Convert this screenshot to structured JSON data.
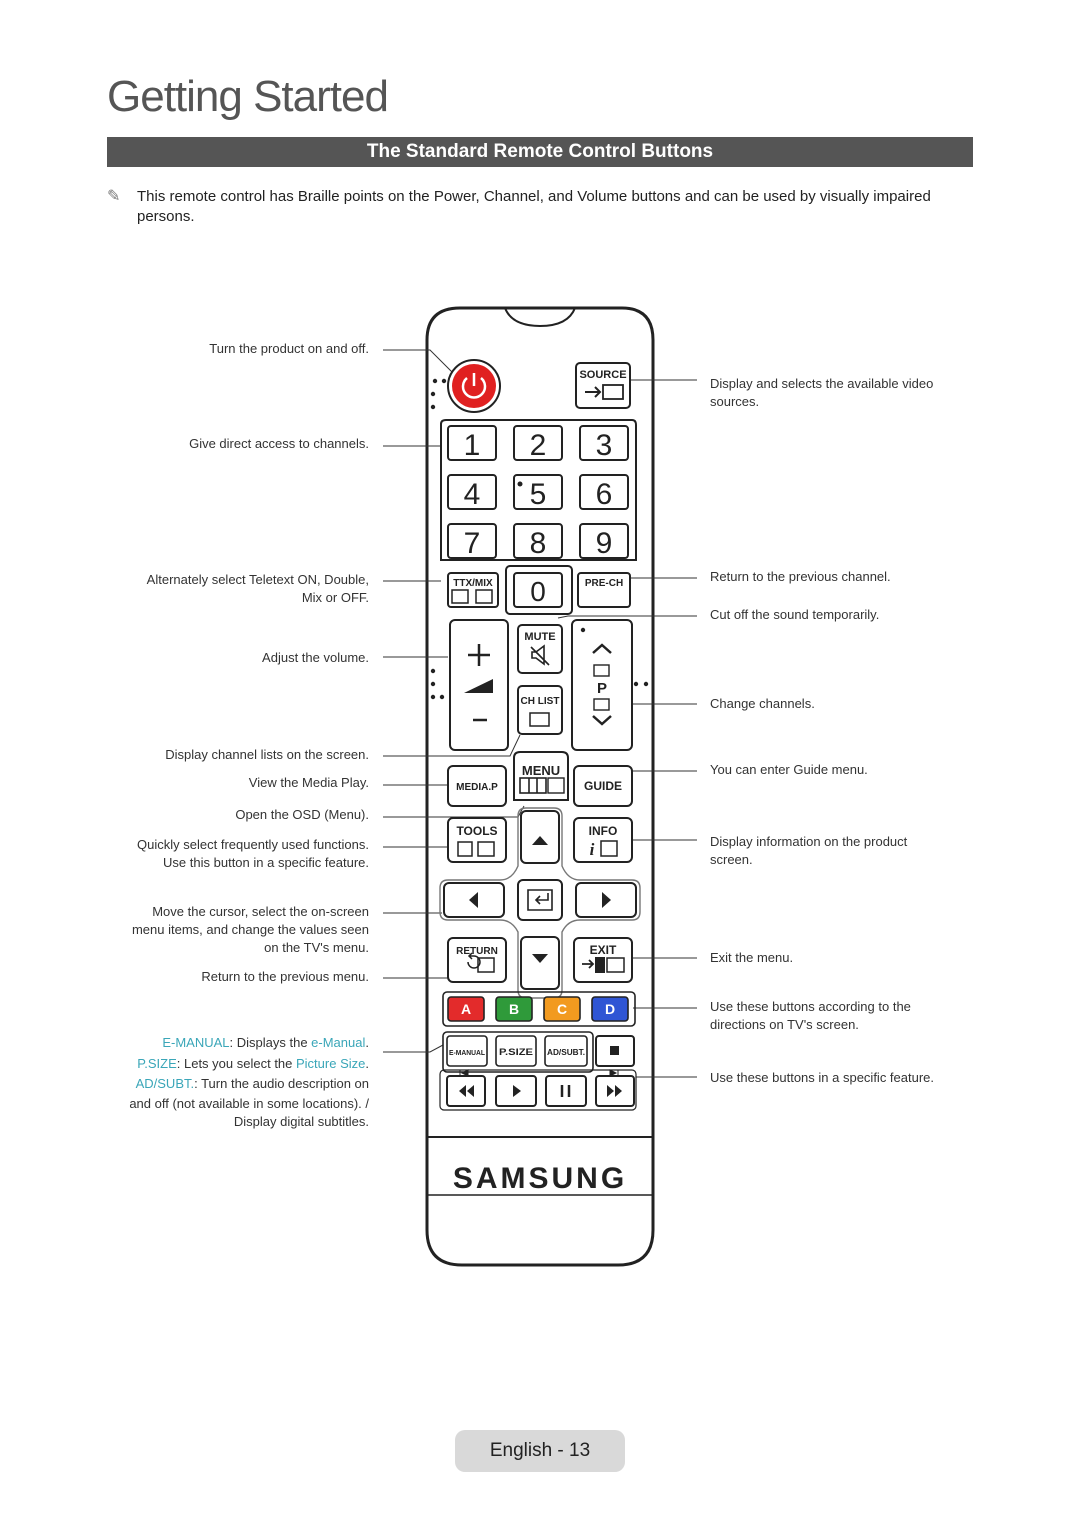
{
  "page": {
    "title": "Getting Started",
    "section_title": "The Standard Remote Control Buttons",
    "note_icon": "pencil-note-icon",
    "note": "This remote control has Braille points on the Power, Channel, and Volume buttons and can be used by visually impaired persons.",
    "footer": "English - 13"
  },
  "labels_left": {
    "power": "Turn the product on and off.",
    "numbers": "Give direct access to channels.",
    "ttx_1": "Alternately select Teletext ON, Double,",
    "ttx_2": "Mix or OFF.",
    "volume": "Adjust the volume.",
    "chlist": "Display channel lists on the screen.",
    "mediap": "View the Media Play.",
    "menu": "Open the OSD (Menu).",
    "tools_1": "Quickly select frequently used functions.",
    "tools_2": "Use this button in a specific feature.",
    "cursor_1": "Move the cursor, select the on-screen",
    "cursor_2": "menu items, and change the values seen",
    "cursor_3": "on the TV's menu.",
    "return": "Return to the previous menu.",
    "emanual_key": "E-MANUAL",
    "emanual_text": ": Displays the ",
    "emanual_link": "e-Manual",
    "emanual_end": ".",
    "psize_key": "P.SIZE",
    "psize_text": ": Lets you select the ",
    "psize_link": "Picture Size",
    "psize_end": ".",
    "adsubt_key": "AD/SUBT.",
    "adsubt_text": ": Turn the audio description on",
    "adsubt_2": "and off (not available in some locations). /",
    "adsubt_3": "Display digital subtitles."
  },
  "labels_right": {
    "source_1": "Display and selects the available video",
    "source_2": "sources.",
    "prech": "Return to the previous channel.",
    "mute": "Cut off the sound temporarily.",
    "channel": "Change channels.",
    "guide": "You can enter Guide menu.",
    "info_1": "Display information on the product",
    "info_2": "screen.",
    "exit": "Exit the menu.",
    "color_1": "Use these buttons according to the",
    "color_2": "directions on TV's screen.",
    "playback": "Use these buttons in a specific feature."
  },
  "remote": {
    "source": "SOURCE",
    "digits": [
      "1",
      "2",
      "3",
      "4",
      "5",
      "6",
      "7",
      "8",
      "9"
    ],
    "zero": "0",
    "ttx": "TTX/MIX",
    "prech": "PRE-CH",
    "mute": "MUTE",
    "chlist": "CH LIST",
    "p": "P",
    "mediap": "MEDIA.P",
    "menu": "MENU",
    "guide": "GUIDE",
    "tools": "TOOLS",
    "info": "INFO",
    "return": "RETURN",
    "exit": "EXIT",
    "color_a": "A",
    "color_b": "B",
    "color_c": "C",
    "color_d": "D",
    "emanual": "E-MANUAL",
    "psize": "P.SIZE",
    "adsubt": "AD/SUBT.",
    "brand": "SAMSUNG"
  },
  "colors": {
    "banner": "#555555",
    "power": "#e02020",
    "color_a": "#e32b2b",
    "color_b": "#2f9a3a",
    "color_c": "#f29a1f",
    "color_d": "#2f55d4",
    "link": "#3aa6b8"
  }
}
